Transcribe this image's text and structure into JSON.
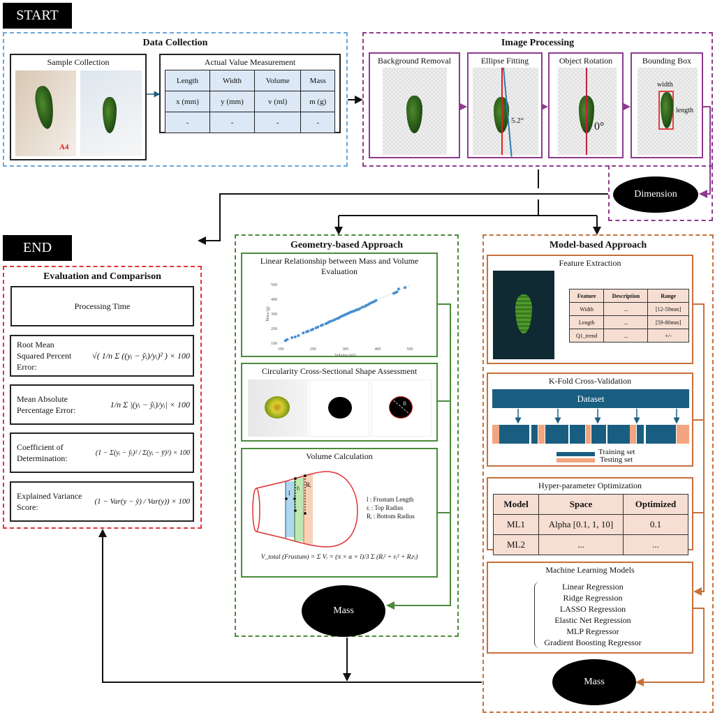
{
  "start_label": "START",
  "end_label": "END",
  "data_collection": {
    "title": "Data Collection",
    "sample_collection": {
      "title": "Sample Collection",
      "scale_label": "A4"
    },
    "measurement": {
      "title": "Actual Value Measurement",
      "headers": [
        "Length",
        "Width",
        "Volume",
        "Mass"
      ],
      "units": [
        "x (mm)",
        "y (mm)",
        "v (ml)",
        "m (g)"
      ],
      "values": [
        "-",
        "-",
        "-",
        "-"
      ]
    }
  },
  "image_processing": {
    "title": "Image Processing",
    "steps": [
      {
        "title": "Background Removal"
      },
      {
        "title": "Ellipse Fitting",
        "angle": "5.2°"
      },
      {
        "title": "Object Rotation",
        "angle": "0°"
      },
      {
        "title": "Bounding Box",
        "width_label": "width",
        "length_label": "length"
      }
    ],
    "output": "Dimension"
  },
  "evaluation": {
    "title": "Evaluation and Comparison",
    "processing_time": "Processing Time",
    "metrics": [
      {
        "label": "Root Mean Squared Percent Error:",
        "formula": "√( 1/n Σ ((yᵢ − ŷᵢ)/yᵢ)² ) × 100"
      },
      {
        "label": "Mean Absolute Percentage Error:",
        "formula": "1/n Σ |(yᵢ − ŷᵢ)/yᵢ| × 100"
      },
      {
        "label": "Coefficient of Determination:",
        "formula": "(1 − Σ(yᵢ − ŷᵢ)² / Σ(yᵢ − ȳ)²) × 100"
      },
      {
        "label": "Explained Variance Score:",
        "formula": "(1 − Var(y − ŷ) / Var(y)) × 100"
      }
    ]
  },
  "geometry": {
    "title": "Geometry-based Approach",
    "linear": {
      "title_line1": "Linear Relationship between Mass and Volume",
      "title_line2": "Evaluation"
    },
    "circularity": {
      "title": "Circularity Cross-Sectional Shape Assessment",
      "radius_label": "R"
    },
    "volume": {
      "title": "Volume Calculation",
      "legend": [
        "l   : Frustum Length",
        "rᵢ  : Top Radius",
        "Rᵢ : Bottom Radius"
      ],
      "marks": [
        "l",
        "rᵢ",
        "Rᵢ"
      ],
      "formula": "V_total (Frustum) = Σ Vᵢ = (π × α × l)/3 Σ (Rᵢ² + rᵢ² + Rᵢrᵢ)"
    },
    "output": "Mass"
  },
  "model": {
    "title": "Model-based Approach",
    "feature_extraction": {
      "title": "Feature Extraction",
      "headers": [
        "Feature",
        "Description",
        "Range"
      ],
      "rows": [
        [
          "Width",
          "...",
          "[12-59mm]"
        ],
        [
          "Length",
          "...",
          "[59-80mm]"
        ],
        [
          "Q1_trend",
          "...",
          "+/-"
        ]
      ]
    },
    "kfold": {
      "title": "K-Fold Cross-Validation",
      "dataset_label": "Dataset",
      "legend": [
        "Training set",
        "Testing set"
      ],
      "colors": {
        "training": "#195e80",
        "testing": "#f2a57e"
      }
    },
    "hyper": {
      "title": "Hyper-parameter Optimization",
      "headers": [
        "Model",
        "Space",
        "Optimized"
      ],
      "rows": [
        [
          "ML1",
          "Alpha [0.1, 1, 10]",
          "0.1"
        ],
        [
          "ML2",
          "...",
          "..."
        ]
      ]
    },
    "ml_models": {
      "title": "Machine Learning Models",
      "items": [
        "Linear Regression",
        "Ridge Regression",
        "LASSO Regression",
        "Elastic Net Regression",
        "MLP Regressor",
        "Gradient Boosting Regressor"
      ]
    },
    "output": "Mass"
  },
  "colors": {
    "data_collection": "#6aa6d8",
    "image_processing": "#8e3a8e",
    "evaluation": "#e0343a",
    "geometry": "#4a8a3a",
    "model": "#c8703a"
  },
  "chart_data": {
    "type": "scatter",
    "title": "Linear Relationship between Mass and Volume Evaluation",
    "xlabel": "Volume (ml)",
    "ylabel": "Mass (g)",
    "xlim": [
      100,
      500
    ],
    "ylim": [
      100,
      500
    ],
    "xticks": [
      "100",
      "200",
      "300",
      "400",
      "500"
    ],
    "yticks": [
      "100",
      "200",
      "300",
      "400",
      "500"
    ],
    "points": [
      [
        115,
        118
      ],
      [
        120,
        125
      ],
      [
        135,
        138
      ],
      [
        145,
        143
      ],
      [
        155,
        152
      ],
      [
        170,
        170
      ],
      [
        180,
        178
      ],
      [
        185,
        182
      ],
      [
        195,
        190
      ],
      [
        200,
        195
      ],
      [
        210,
        205
      ],
      [
        215,
        210
      ],
      [
        225,
        220
      ],
      [
        230,
        225
      ],
      [
        240,
        233
      ],
      [
        245,
        238
      ],
      [
        250,
        245
      ],
      [
        255,
        250
      ],
      [
        262,
        255
      ],
      [
        268,
        262
      ],
      [
        275,
        268
      ],
      [
        280,
        272
      ],
      [
        285,
        280
      ],
      [
        290,
        285
      ],
      [
        295,
        290
      ],
      [
        300,
        295
      ],
      [
        305,
        300
      ],
      [
        310,
        305
      ],
      [
        315,
        310
      ],
      [
        320,
        315
      ],
      [
        325,
        318
      ],
      [
        330,
        322
      ],
      [
        335,
        328
      ],
      [
        340,
        330
      ],
      [
        345,
        336
      ],
      [
        352,
        345
      ],
      [
        360,
        350
      ],
      [
        365,
        358
      ],
      [
        370,
        362
      ],
      [
        375,
        370
      ],
      [
        380,
        375
      ],
      [
        385,
        380
      ],
      [
        390,
        385
      ],
      [
        395,
        392
      ],
      [
        450,
        440
      ],
      [
        455,
        445
      ],
      [
        460,
        450
      ],
      [
        465,
        470
      ],
      [
        485,
        480
      ]
    ]
  }
}
